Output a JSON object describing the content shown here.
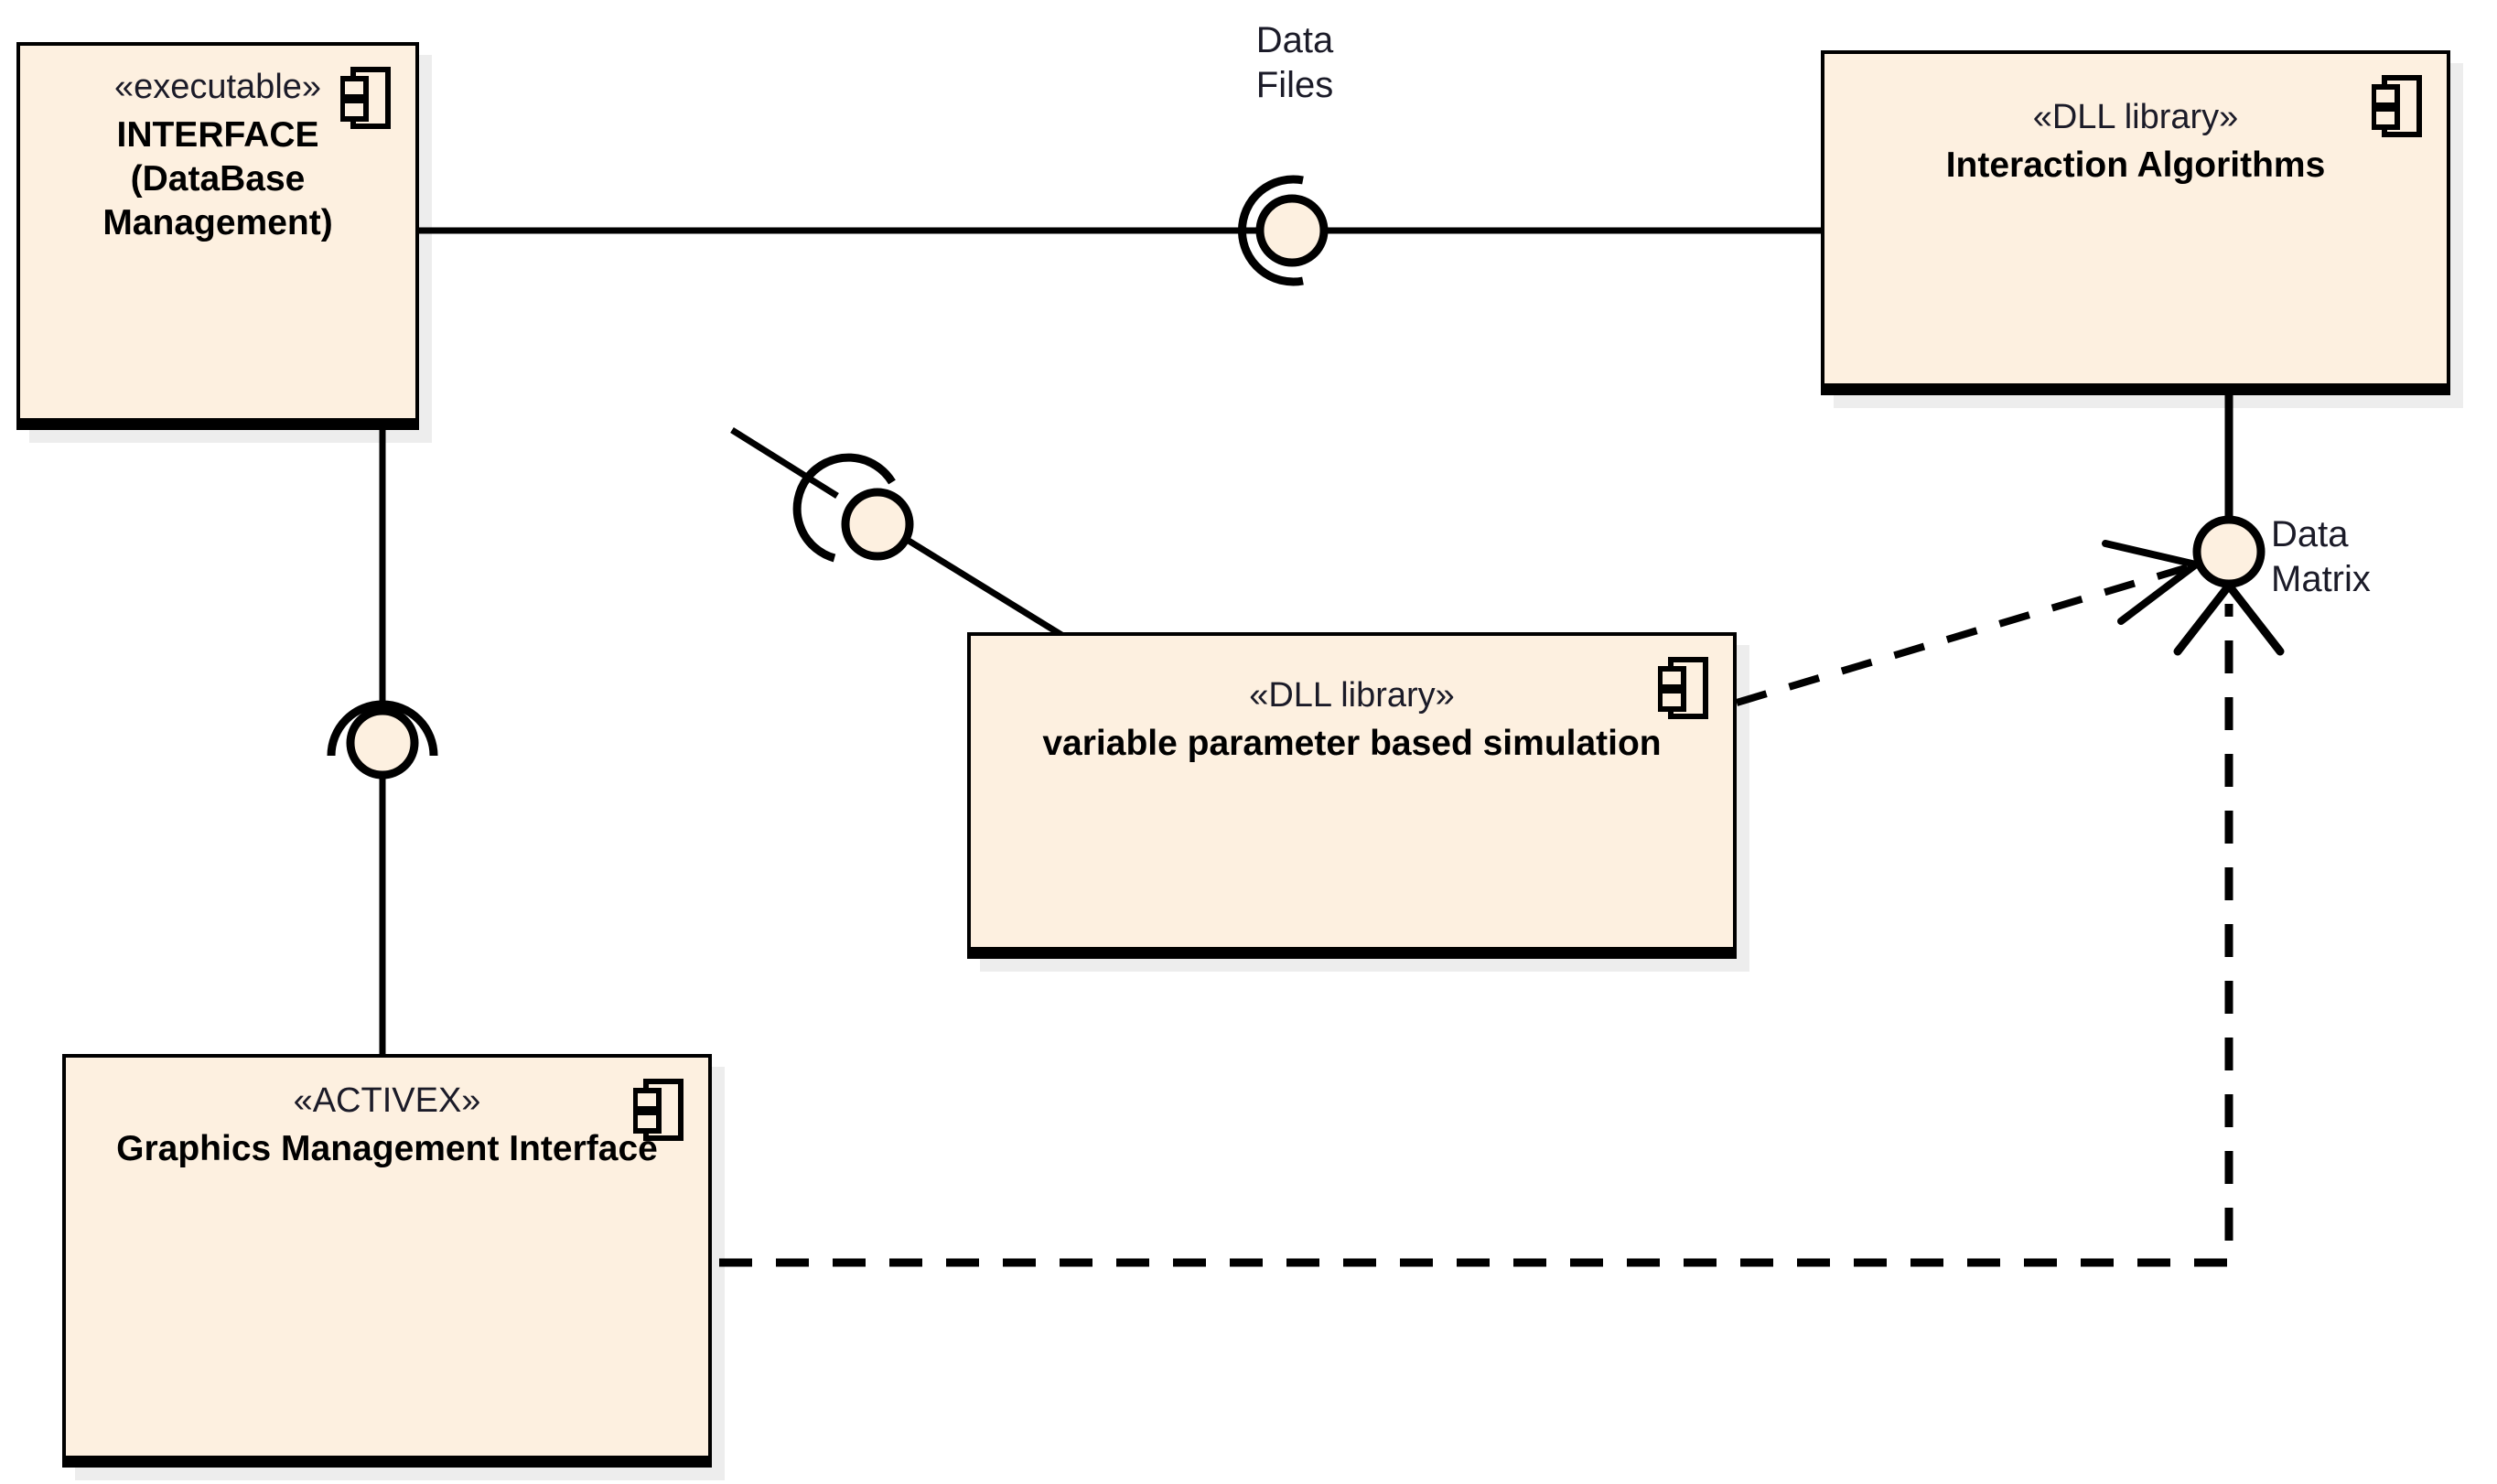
{
  "diagram": {
    "type": "uml-component-diagram",
    "background_color": "#ffffff",
    "component_fill_color": "#fdf0e0",
    "line_color": "#000000",
    "text_color": "#1b1b28"
  },
  "components": [
    {
      "id": "interface-database-management",
      "stereotype": "«executable»",
      "name": "INTERFACE  (DataBase Management)",
      "icon": "uml-component-icon"
    },
    {
      "id": "interaction-algorithms",
      "stereotype": "«DLL library»",
      "name": "Interaction Algorithms",
      "icon": "uml-component-icon"
    },
    {
      "id": "variable-parameter-based-simulation",
      "stereotype": "«DLL library»",
      "name": "variable parameter based simulation",
      "icon": "uml-component-icon"
    },
    {
      "id": "graphics-management-interface",
      "stereotype": "«ACTIVEX»",
      "name": "Graphics Management Interface",
      "icon": "uml-component-icon"
    }
  ],
  "interfaces": [
    {
      "id": "data-files",
      "label": "Data\nFiles",
      "kind": "assembly-connector-ball-and-socket",
      "between": [
        "interface-database-management",
        "interaction-algorithms"
      ]
    },
    {
      "id": "unnamed-assembly-simulation",
      "label": "",
      "kind": "assembly-connector-ball-and-socket",
      "between": [
        "interface-database-management",
        "variable-parameter-based-simulation"
      ]
    },
    {
      "id": "unnamed-assembly-graphics",
      "label": "",
      "kind": "assembly-connector-ball-and-socket",
      "between": [
        "interface-database-management",
        "graphics-management-interface"
      ]
    },
    {
      "id": "data-matrix",
      "label": "Data\nMatrix",
      "kind": "provided-interface-lollipop",
      "provided_by": "interaction-algorithms",
      "required_by": [
        "variable-parameter-based-simulation",
        "graphics-management-interface"
      ]
    }
  ],
  "dependencies": [
    {
      "id": "simulation-to-data-matrix",
      "from": "variable-parameter-based-simulation",
      "to": "data-matrix",
      "style": "dashed-open-arrow"
    },
    {
      "id": "graphics-to-data-matrix",
      "from": "graphics-management-interface",
      "to": "data-matrix",
      "style": "dashed-open-arrow"
    }
  ]
}
